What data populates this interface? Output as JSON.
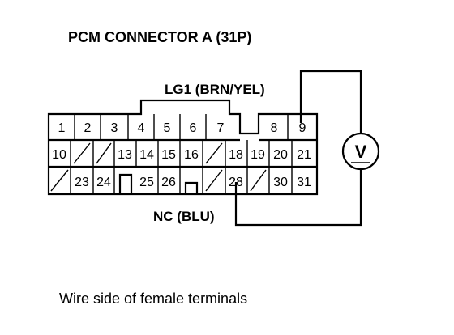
{
  "title": "PCM CONNECTOR A (31P)",
  "top_label": "LG1 (BRN/YEL)",
  "bottom_label": "NC (BLU)",
  "caption": "Wire side of female terminals",
  "meter_symbol": "V",
  "rows": [
    [
      "1",
      "2",
      "3",
      "4",
      "5",
      "6",
      "7",
      "",
      "8",
      "9"
    ],
    [
      "10",
      "",
      "",
      "13",
      "14",
      "15",
      "16",
      "",
      "18",
      "19",
      "20",
      "21"
    ],
    [
      "",
      "23",
      "24",
      "",
      "25",
      "26",
      "",
      "",
      "28",
      "",
      "30",
      "31"
    ]
  ]
}
